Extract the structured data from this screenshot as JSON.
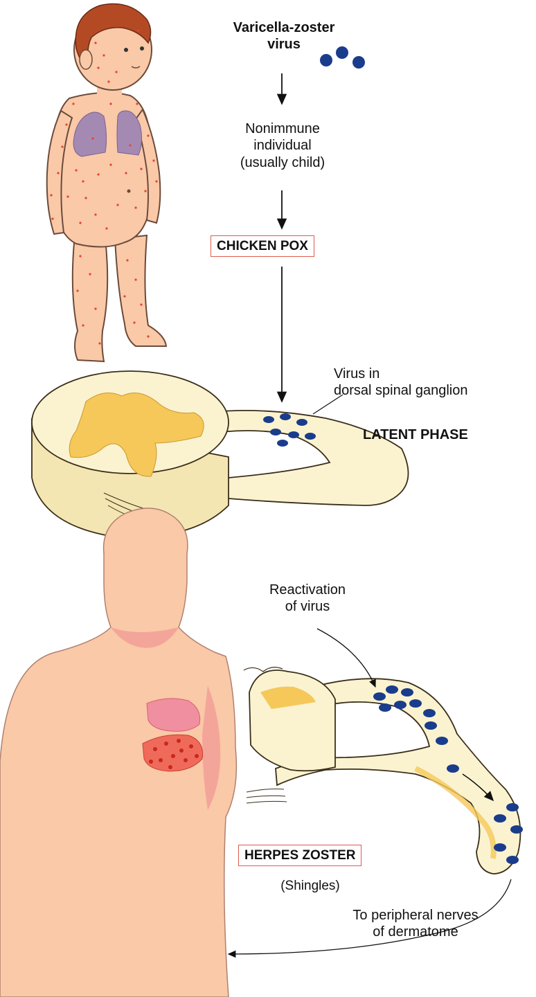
{
  "labels": {
    "virus": "Varicella-zoster\nvirus",
    "host": "Nonimmune\nindividual\n(usually child)",
    "chicken_pox": "CHICKEN POX",
    "ganglion": "Virus in\ndorsal spinal ganglion",
    "latent_phase": "LATENT PHASE",
    "reactivation": "Reactivation\nof virus",
    "herpes_zoster": "HERPES ZOSTER",
    "shingles": "(Shingles)",
    "peripheral": "To peripheral nerves\nof dermatome"
  },
  "colors": {
    "skin": "#f9c9a8",
    "rash": "#e8432e",
    "lungs": "#a48ab2",
    "virus": "#1a3c8c",
    "cord": "#fbf3d0",
    "grey_matter": "#f6c85a",
    "accent_box": "#e05a4e"
  }
}
